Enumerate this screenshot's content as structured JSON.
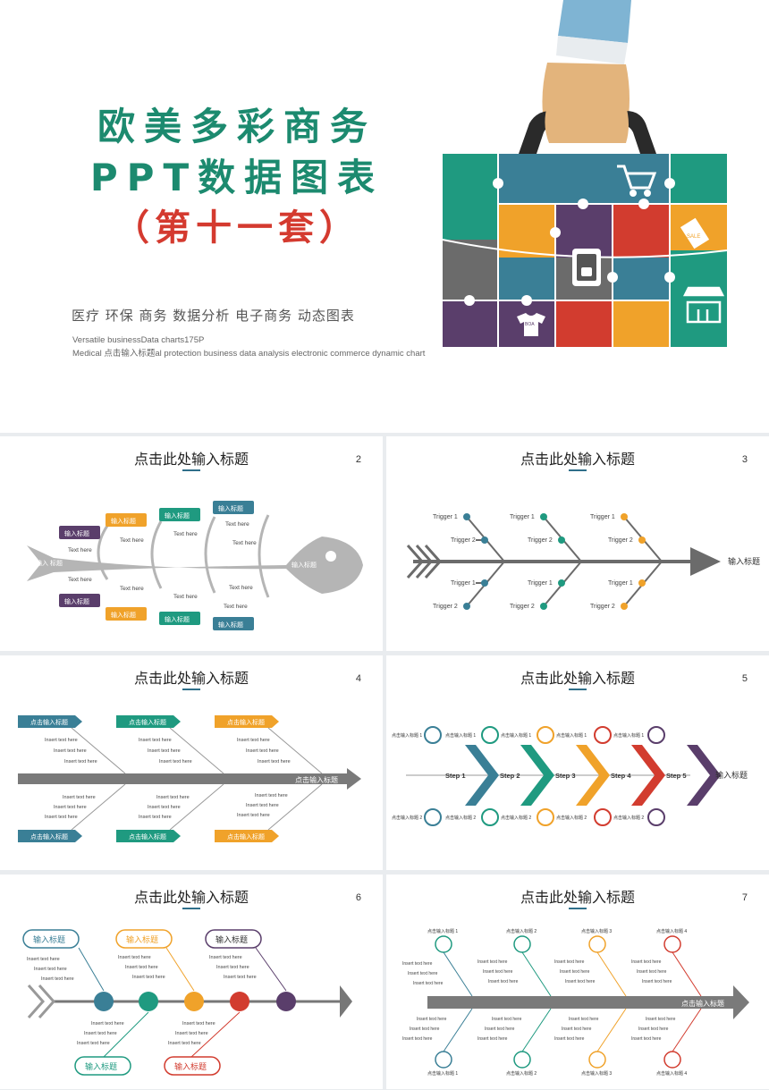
{
  "cover": {
    "title_line1": "欧美多彩商务",
    "title_line2": "PPT数据图表",
    "title_line3": "（第十一套）",
    "subtitle": "医疗 环保 商务 数据分析 电子商务 动态图表",
    "en_line1": "Versatile businessData charts175P",
    "en_line2": "Medical 点击输入标题al protection business data analysis electronic commerce dynamic chart",
    "icon_text_tag": "SALE",
    "icon_text_shirt": "BOA",
    "colors": {
      "teal": "#1f9a80",
      "blue": "#3a7f96",
      "orange": "#f0a22a",
      "purple": "#5a3e6b",
      "red": "#d23c2f",
      "gray": "#6b6b6b",
      "skin": "#e3b47c",
      "sleeve": "#7fb4d3"
    }
  },
  "slides": [
    {
      "num": "2",
      "title": "点击此处输入标题",
      "fish_head_label": "输入标题",
      "fish_tail_label": "输入\n标题",
      "tags": [
        "输入标题",
        "输入标题",
        "输入标题",
        "输入标题",
        "输入标题",
        "输入标题",
        "输入标题",
        "输入标题"
      ],
      "text_here": "Text here"
    },
    {
      "num": "3",
      "title": "点击此处输入标题",
      "trigger1": "Trigger 1",
      "trigger2": "Trigger 2",
      "end_label": "输入标题"
    },
    {
      "num": "4",
      "title": "点击此处输入标题",
      "chevron_label": "点击输入标题",
      "arrow_label": "点击输入标题",
      "insert": "Insert text here"
    },
    {
      "num": "5",
      "title": "点击此处输入标题",
      "steps": [
        "Step 1",
        "Step 2",
        "Step 3",
        "Step 4",
        "Step 5"
      ],
      "small_title1": "点击输入标题 1",
      "small_title2": "点击输入标题 2",
      "end_label": "输入标题"
    },
    {
      "num": "6",
      "title": "点击此处输入标题",
      "bubble_label": "输入标题",
      "insert": "Insert text here"
    },
    {
      "num": "7",
      "title": "点击此处输入标题",
      "top_titles": [
        "点击输入标题 1",
        "点击输入标题 2",
        "点击输入标题 3",
        "点击输入标题 4"
      ],
      "bottom_titles": [
        "点击输入标题 1",
        "点击输入标题 2",
        "点击输入标题 3",
        "点击输入标题 4"
      ],
      "arrow_label": "点击输入标题",
      "insert": "Insert text here"
    }
  ]
}
